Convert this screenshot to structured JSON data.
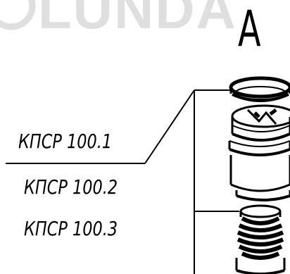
{
  "watermark": {
    "text": "LUNDA"
  },
  "view": {
    "letter": "А"
  },
  "callouts": [
    {
      "label": "КПСР 100.1",
      "part": "o-ring"
    },
    {
      "label": "КПСР 100.2",
      "part": "valve-body"
    },
    {
      "label": "КПСР 100.3",
      "part": "spring"
    }
  ]
}
